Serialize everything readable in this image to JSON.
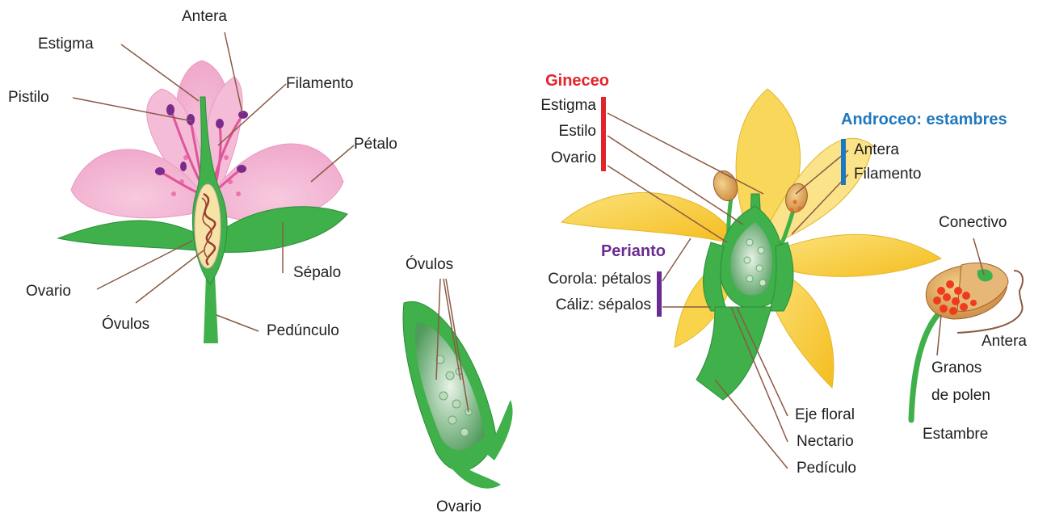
{
  "colors": {
    "gineceo": "#e2232a",
    "androceo": "#1f78bf",
    "perianto": "#6a2c91",
    "stem_green": "#3fb04a",
    "petal_pink": "#f2b8d4",
    "petal_yellow": "#f8cf3a",
    "stamen_purple": "#7a2b8c"
  },
  "left_flower": {
    "antera": "Antera",
    "estigma": "Estigma",
    "pistilo": "Pistilo",
    "filamento": "Filamento",
    "petalo": "Pétalo",
    "sepalo": "Sépalo",
    "ovario": "Ovario",
    "ovulos": "Óvulos",
    "peduncle": "Pedúnculo"
  },
  "ovary_detail": {
    "ovulos": "Óvulos",
    "ovario": "Ovario"
  },
  "right_flower": {
    "gineceo": {
      "title": "Gineceo",
      "items": [
        "Estigma",
        "Estilo",
        "Ovario"
      ]
    },
    "androceo": {
      "title": "Androceo: estambres",
      "items": [
        "Antera",
        "Filamento"
      ]
    },
    "perianto": {
      "title": "Perianto",
      "items": [
        "Corola: pétalos",
        "Cáliz: sépalos"
      ]
    },
    "bottom": [
      "Eje floral",
      "Nectario",
      "Pedículo"
    ]
  },
  "stamen_detail": {
    "conectivo": "Conectivo",
    "antera": "Antera",
    "granos_1": "Granos",
    "granos_2": "de polen",
    "estambre": "Estambre"
  }
}
